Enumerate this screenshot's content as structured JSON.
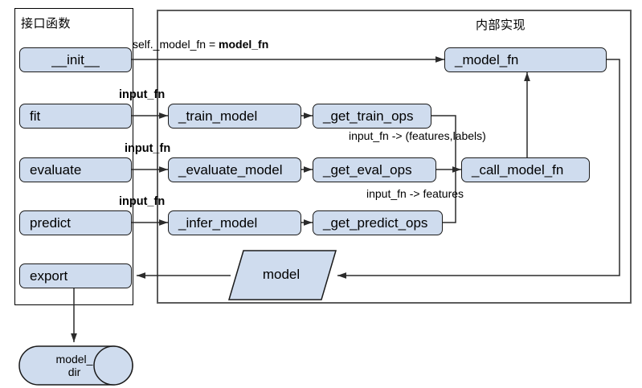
{
  "diagram": {
    "title_interface_panel": "接口函数",
    "title_internal_panel": "内部实现"
  },
  "panels": [
    {
      "id": "interface",
      "label": "接口函数"
    },
    {
      "id": "internal",
      "label": "内部实现"
    }
  ],
  "interface_nodes": [
    {
      "id": "init",
      "label": "__init__"
    },
    {
      "id": "fit",
      "label": "fit"
    },
    {
      "id": "evaluate",
      "label": "evaluate"
    },
    {
      "id": "predict",
      "label": "predict"
    },
    {
      "id": "export",
      "label": "export"
    }
  ],
  "internal_nodes": [
    {
      "id": "model_fn",
      "label": "_model_fn"
    },
    {
      "id": "train_model",
      "label": "_train_model"
    },
    {
      "id": "evaluate_model",
      "label": "_evaluate_model"
    },
    {
      "id": "infer_model",
      "label": "_infer_model"
    },
    {
      "id": "get_train_ops",
      "label": "_get_train_ops"
    },
    {
      "id": "get_eval_ops",
      "label": "_get_eval_ops"
    },
    {
      "id": "get_predict_ops",
      "label": "_get_predict_ops"
    },
    {
      "id": "call_model_fn",
      "label": "_call_model_fn"
    }
  ],
  "data_shapes": [
    {
      "id": "model",
      "label": "model",
      "shape": "parallelogram"
    },
    {
      "id": "model_dir",
      "label_line1": "model_",
      "label_line2": "dir",
      "shape": "cylinder"
    }
  ],
  "edge_labels": {
    "init_assign_prefix": "self._model_fn = ",
    "init_assign_em": "model_fn",
    "input_fn_fit": "input_fn",
    "input_fn_evaluate": "input_fn",
    "input_fn_predict": "input_fn",
    "train_ops_note": "input_fn -> (features,labels)",
    "predict_ops_note": "input_fn -> features"
  },
  "colors": {
    "node_fill": "#cfdcee",
    "node_stroke": "#1a1a1a",
    "panel_left_stroke": "#000000",
    "panel_right_stroke": "#5c5c5c",
    "edge_stroke": "#2b2b2b",
    "background": "#ffffff"
  }
}
